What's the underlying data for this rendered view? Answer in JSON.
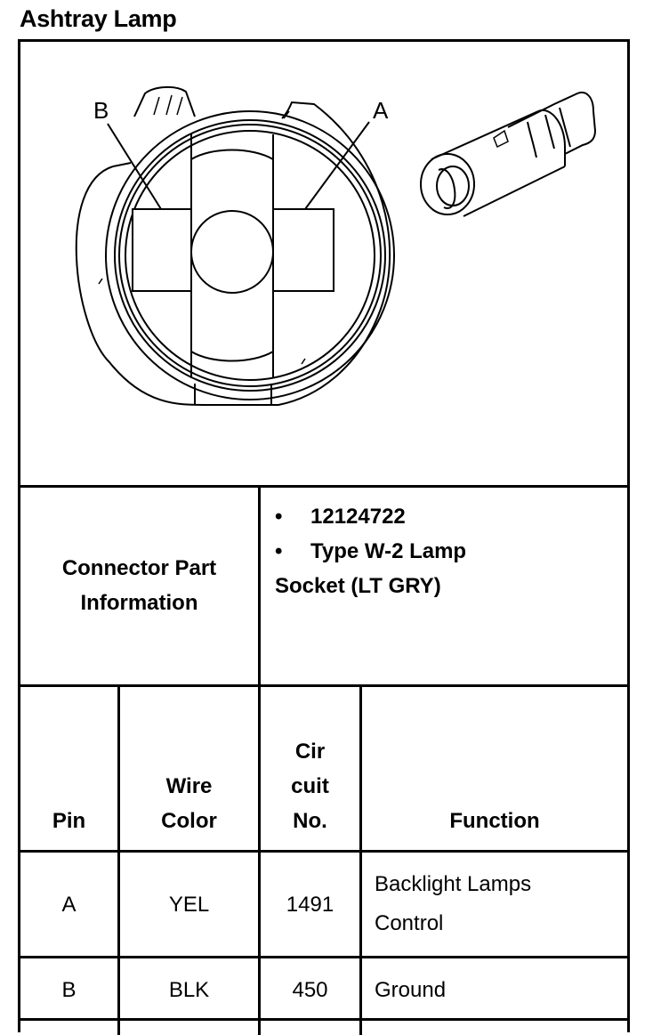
{
  "title": "Ashtray Lamp",
  "diagram": {
    "label_a": "A",
    "label_b": "B"
  },
  "connector": {
    "heading_line1": "Connector Part",
    "heading_line2": "Information",
    "bullet_symbol": "•",
    "part_number": "12124722",
    "type_line1": "Type W-2 Lamp",
    "type_line2": "Socket (LT GRY)"
  },
  "table": {
    "headers": {
      "pin": "Pin",
      "wire_line1": "Wire",
      "wire_line2": "Color",
      "circuit_line1": "Cir",
      "circuit_line2": "cuit",
      "circuit_line3": "No.",
      "function": "Function"
    },
    "rows": [
      {
        "pin": "A",
        "wire": "YEL",
        "circuit": "1491",
        "function_line1": "Backlight Lamps",
        "function_line2": "Control"
      },
      {
        "pin": "B",
        "wire": "BLK",
        "circuit": "450",
        "function_line1": "Ground",
        "function_line2": ""
      }
    ]
  }
}
